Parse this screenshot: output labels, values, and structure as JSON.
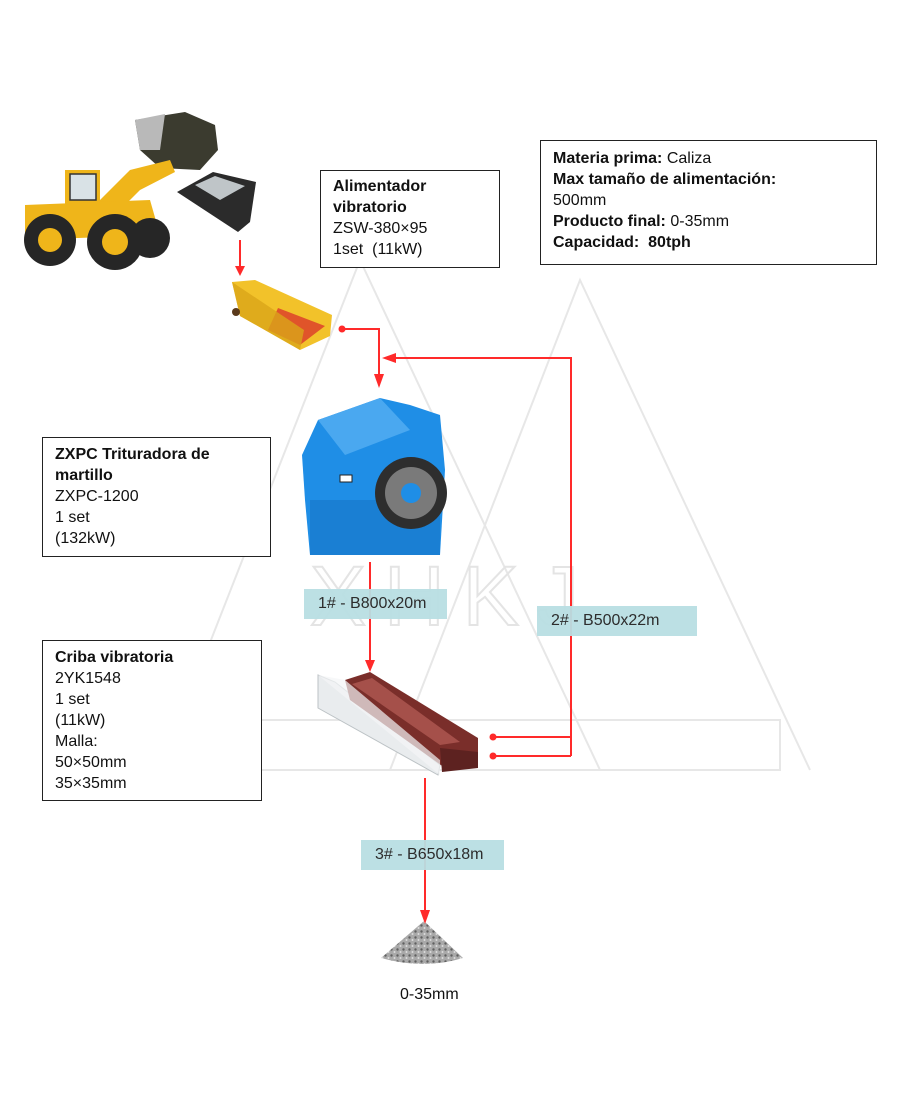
{
  "watermark": {
    "text": "XHKJ"
  },
  "info_box": {
    "lines": [
      {
        "label": "Materia prima:",
        "value": " Caliza"
      },
      {
        "label": "Max tamaño de alimentación:",
        "value": ""
      },
      {
        "label": "",
        "value": "500mm"
      },
      {
        "label": "Producto final:",
        "value": " 0-35mm"
      },
      {
        "label": "Capacidad:",
        "value": "  80tph"
      }
    ]
  },
  "feeder_box": {
    "title_line1": "Alimentador",
    "title_line2": "vibratorio",
    "model": "ZSW-380×95",
    "qty_power": "1set  (11kW)"
  },
  "crusher_box": {
    "title_line1": "ZXPC Trituradora de",
    "title_line2": "martillo",
    "model": "ZXPC-1200",
    "qty": "1 set",
    "power": "(132kW)"
  },
  "screen_box": {
    "title": "Criba vibratoria",
    "model": "2YK1548",
    "qty": "1 set",
    "power": "(11kW)",
    "mesh_label": "Malla:",
    "mesh_1": "50×50mm",
    "mesh_2": "35×35mm"
  },
  "conveyors": [
    {
      "label": "1# - B800x20m"
    },
    {
      "label": "2# - B500x22m"
    },
    {
      "label": "3# - B650x18m"
    }
  ],
  "product": {
    "label": "0-35mm"
  },
  "colors": {
    "flow_arrow": "#ff2a2a",
    "conveyor_tag": "#b9dfe3",
    "crusher": "#1f8ee6",
    "feeder": "#f2c22a",
    "loader": "#f0b81a",
    "screen_frame": "#7a2e2a"
  }
}
